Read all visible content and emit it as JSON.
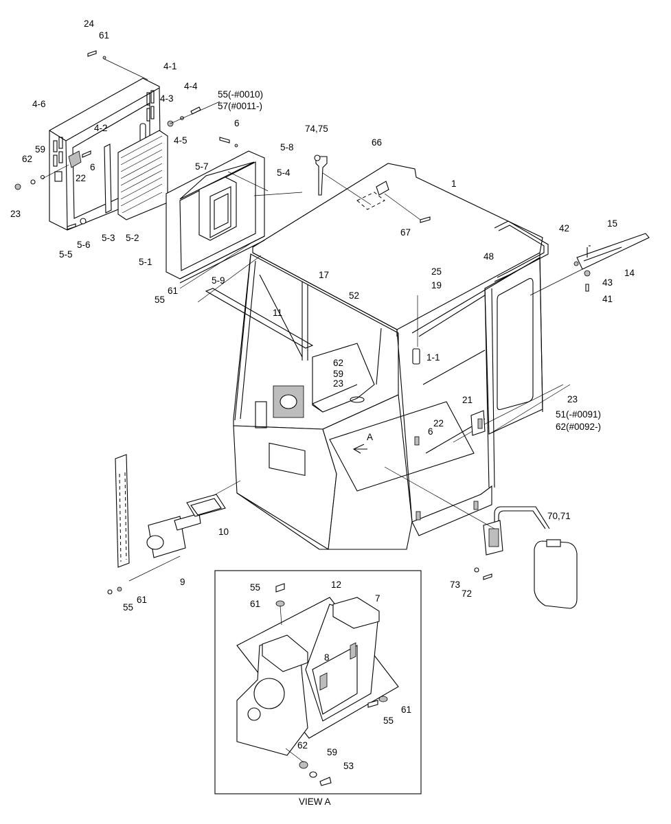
{
  "diagram": {
    "labels": {
      "l_24": "24",
      "l_61a": "61",
      "l_4_1": "4-1",
      "l_4_4": "4-4",
      "l_4_3": "4-3",
      "l_4_6": "4-6",
      "l_4_2": "4-2",
      "l_59a": "59",
      "l_62a": "62",
      "l_6a": "6",
      "l_22a": "22",
      "l_23a": "23",
      "l_4_5": "4-5",
      "l_55_top": "55(-#0010)",
      "l_57_top": "57(#0011-)",
      "l_6b": "6",
      "l_5_8": "5-8",
      "l_5_7": "5-7",
      "l_5_4": "5-4",
      "l_74_75": "74,75",
      "l_66": "66",
      "l_1": "1",
      "l_67": "67",
      "l_5_3": "5-3",
      "l_5_2": "5-2",
      "l_5_5": "5-5",
      "l_5_6": "5-6",
      "l_5_1": "5-1",
      "l_5_9": "5-9",
      "l_42": "42",
      "l_15": "15",
      "l_14": "14",
      "l_43": "43",
      "l_41": "41",
      "l_48": "48",
      "l_25": "25",
      "l_19": "19",
      "l_17": "17",
      "l_52": "52",
      "l_55a": "55",
      "l_61b": "61",
      "l_11": "11",
      "l_62b": "62",
      "l_59b": "59",
      "l_23b": "23",
      "l_1_1": "1-1",
      "l_23c": "23",
      "l_51": "51(-#0091)",
      "l_62c": "62(#0092-)",
      "l_21": "21",
      "l_22b": "22",
      "l_6c": "6",
      "l_A": "A",
      "l_10": "10",
      "l_70_71": "70,71",
      "l_9": "9",
      "l_55b": "55",
      "l_61c": "61",
      "l_73": "73",
      "l_72": "72",
      "l_55c": "55",
      "l_12": "12",
      "l_7": "7",
      "l_61d": "61",
      "l_8": "8",
      "l_61e": "61",
      "l_55d": "55",
      "l_62d": "62",
      "l_59c": "59",
      "l_53": "53",
      "view_title": "VIEW A"
    }
  }
}
